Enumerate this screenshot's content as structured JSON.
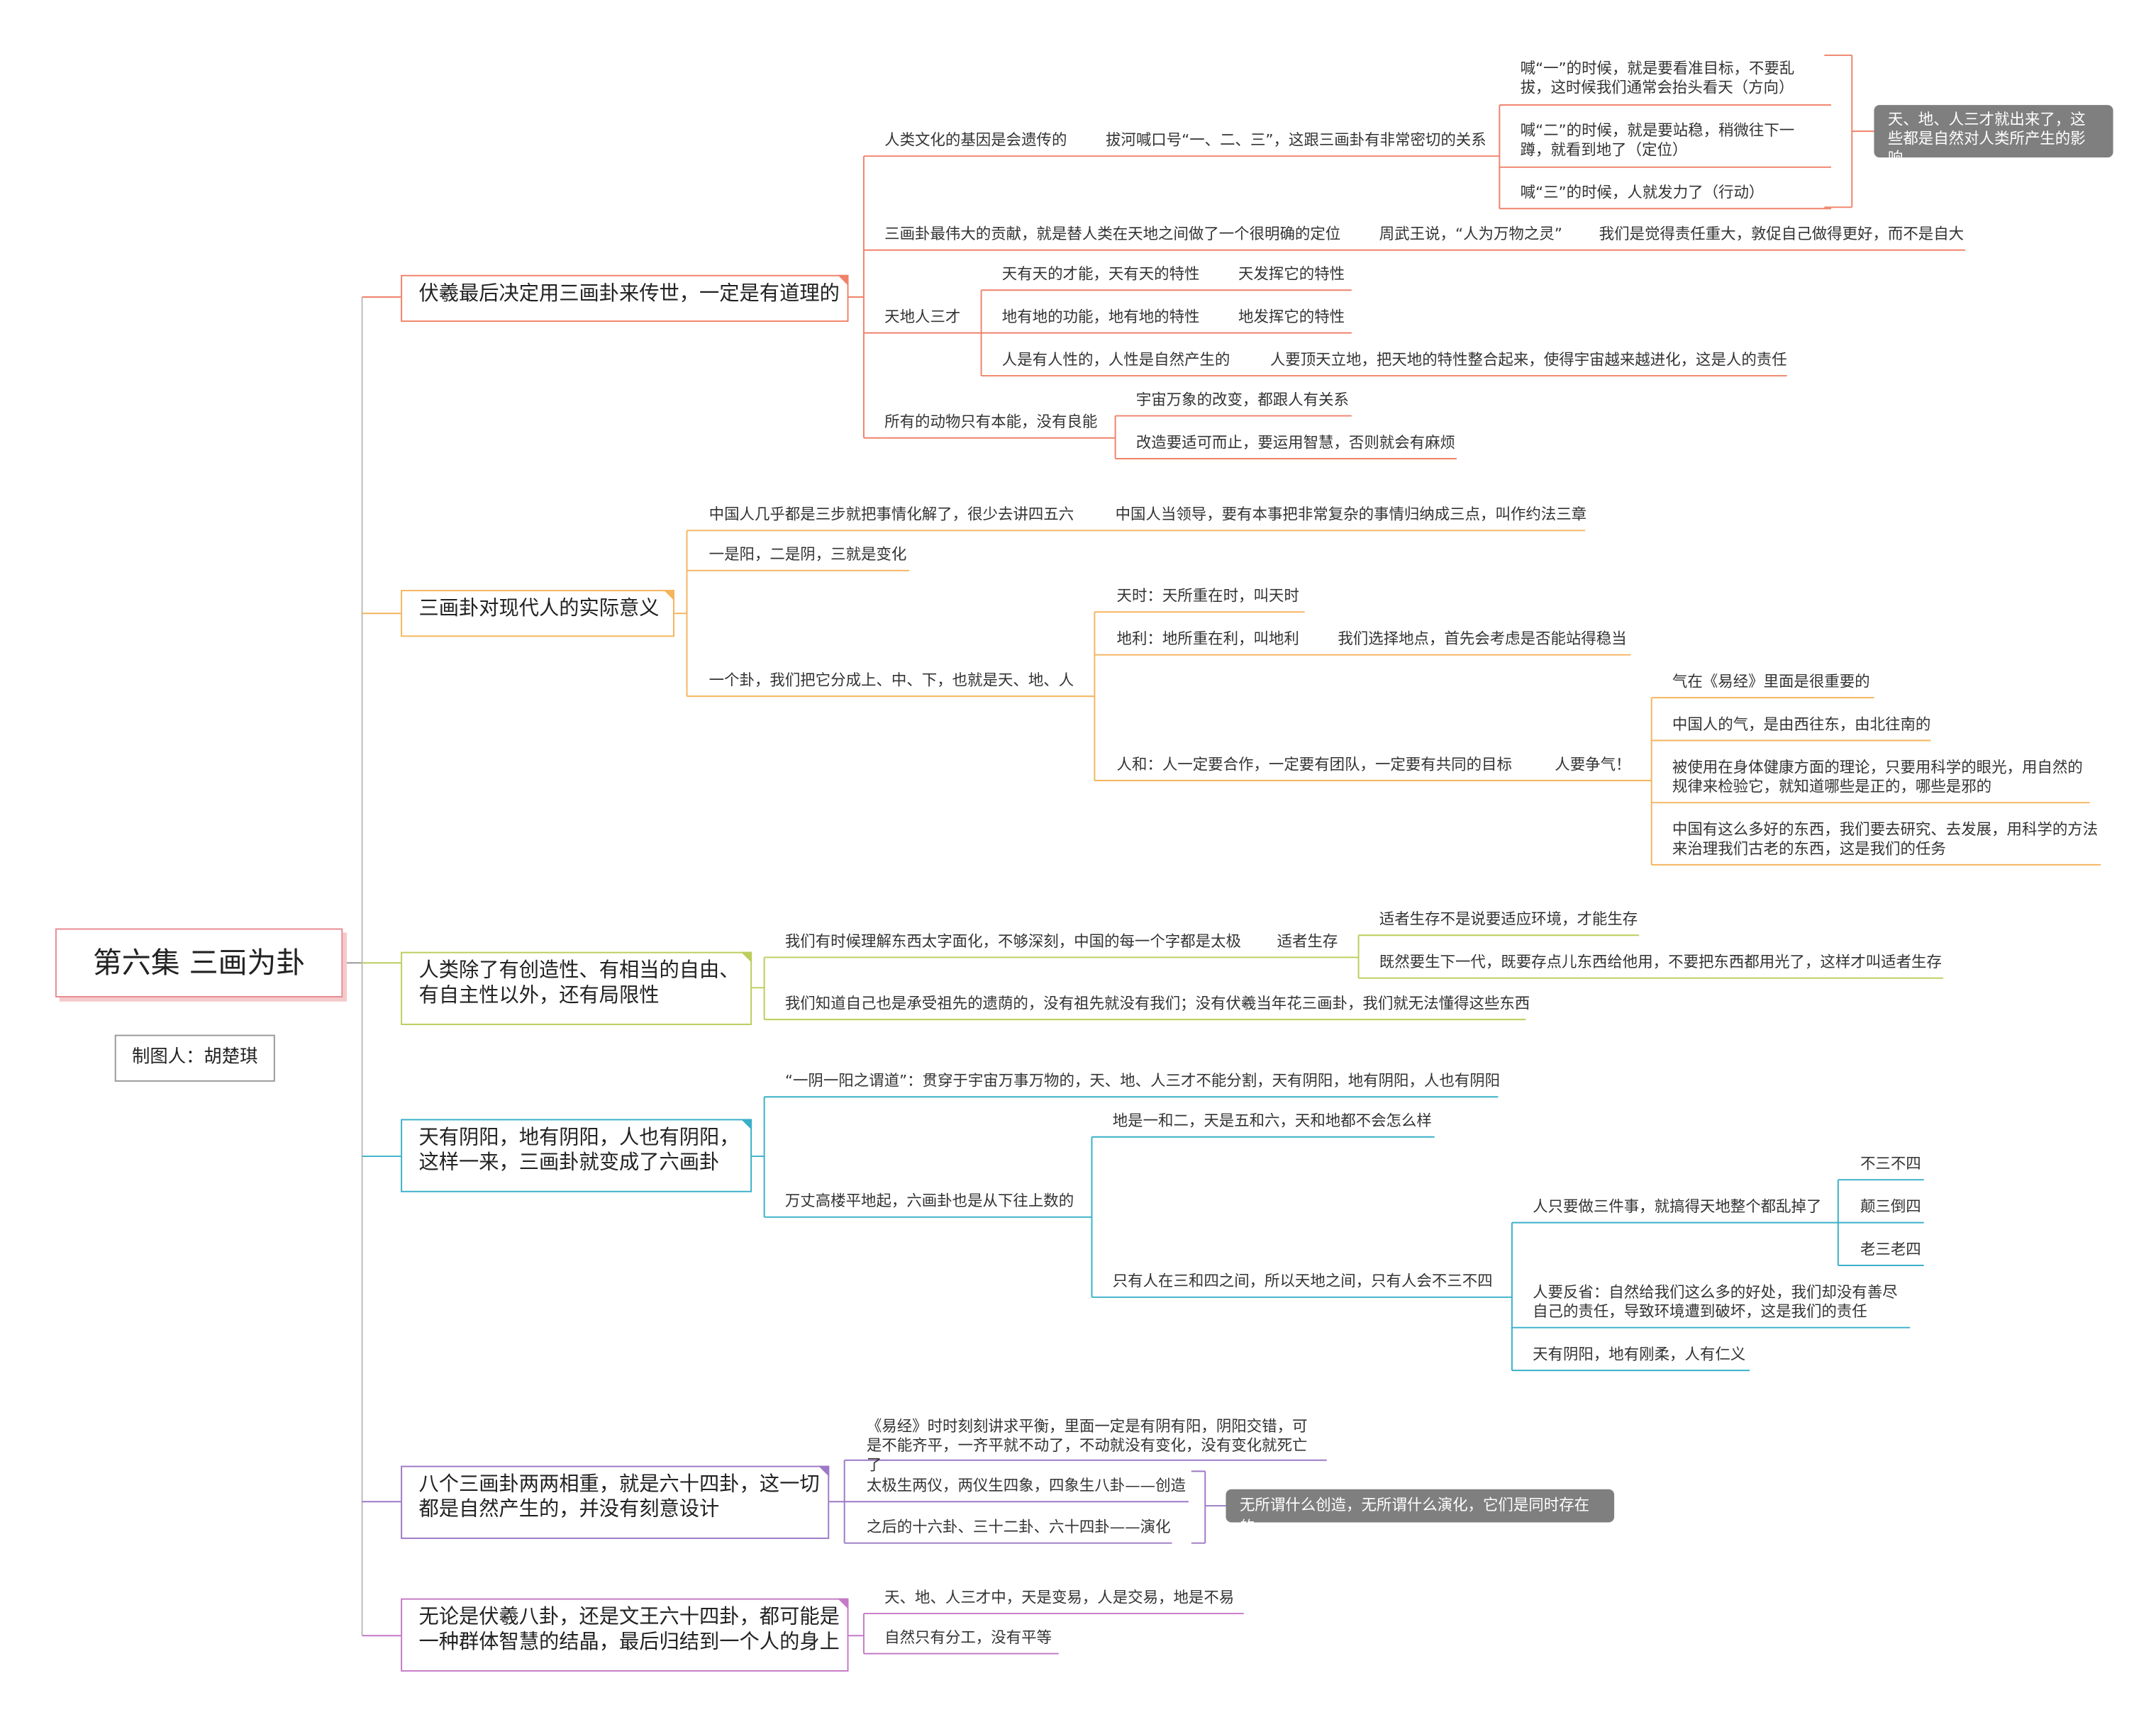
{
  "root": {
    "title": "第六集  三画为卦",
    "maker": "制图人：胡楚琪"
  },
  "branch1": {
    "title": "伏羲最后决定用三画卦来传世，一定是有道理的",
    "n1": "人类文化的基因是会遗传的",
    "n1a": "拔河喊口号“一、二、三”，这跟三画卦有非常密切的关系",
    "n1a1": "喊“一”的时候，就是要看准目标，不要乱拔，这时候我们通常会抬头看天（方向）",
    "n1a2": "喊“二”的时候，就是要站稳，稍微往下一蹲，就看到地了（定位）",
    "n1a3": "喊“三”的时候，人就发力了（行动）",
    "note1": "天、地、人三才就出来了，这些都是自然对人类所产生的影响",
    "n2": "三画卦最伟大的贡献，就是替人类在天地之间做了一个很明确的定位",
    "n2a": "周武王说，“人为万物之灵”",
    "n2b": "我们是觉得责任重大，敦促自己做得更好，而不是自大",
    "n3": "天地人三才",
    "n3a": "天有天的才能，天有天的特性",
    "n3a1": "天发挥它的特性",
    "n3b": "地有地的功能，地有地的特性",
    "n3b1": "地发挥它的特性",
    "n3c": "人是有人性的，人性是自然产生的",
    "n3c1": "人要顶天立地，把天地的特性整合起来，使得宇宙越来越进化，这是人的责任",
    "n4": "所有的动物只有本能，没有良能",
    "n4a": "宇宙万象的改变，都跟人有关系",
    "n4b": "改造要适可而止，要运用智慧，否则就会有麻烦"
  },
  "branch2": {
    "title": "三画卦对现代人的实际意义",
    "n1": "中国人几乎都是三步就把事情化解了，很少去讲四五六",
    "n1a": "中国人当领导，要有本事把非常复杂的事情归纳成三点，叫作约法三章",
    "n2": "一是阳，二是阴，三就是变化",
    "n3": "一个卦，我们把它分成上、中、下，也就是天、地、人",
    "n3a": "天时：天所重在时，叫天时",
    "n3b": "地利：地所重在利，叫地利",
    "n3b1": "我们选择地点，首先会考虑是否能站得稳当",
    "n3c": "人和：人一定要合作，一定要有团队，一定要有共同的目标",
    "n3c1": "人要争气！",
    "n3c1a": "气在《易经》里面是很重要的",
    "n3c1b": "中国人的气，是由西往东，由北往南的",
    "n3c1c": "被使用在身体健康方面的理论，只要用科学的眼光，用自然的规律来检验它，就知道哪些是正的，哪些是邪的",
    "n3c1d": "中国有这么多好的东西，我们要去研究、去发展，用科学的方法来治理我们古老的东西，这是我们的任务"
  },
  "branch3": {
    "title1": "人类除了有创造性、有相当的自由、",
    "title2": "有自主性以外，还有局限性",
    "n1": "我们有时候理解东西太字面化，不够深刻，中国的每一个字都是太极",
    "n1a": "适者生存",
    "n1a1": "适者生存不是说要适应环境，才能生存",
    "n1a2": "既然要生下一代，既要存点儿东西给他用，不要把东西都用光了，这样才叫适者生存",
    "n2": "我们知道自己也是承受祖先的遗荫的，没有祖先就没有我们；没有伏羲当年花三画卦，我们就无法懂得这些东西"
  },
  "branch4": {
    "title1": "天有阴阳，地有阴阳，人也有阴阳，",
    "title2": "这样一来，三画卦就变成了六画卦",
    "n1": "“一阴一阳之谓道”：贯穿于宇宙万事万物的，天、地、人三才不能分割，天有阴阳，地有阴阳，人也有阴阳",
    "n2": "万丈高楼平地起，六画卦也是从下往上数的",
    "n2a": "地是一和二，天是五和六，天和地都不会怎么样",
    "n2b": "只有人在三和四之间，所以天地之间，只有人会不三不四",
    "n2b1": "人只要做三件事，就搞得天地整个都乱掉了",
    "n2b1a": "不三不四",
    "n2b1b": "颠三倒四",
    "n2b1c": "老三老四",
    "n2b2": "人要反省：自然给我们这么多的好处，我们却没有善尽自己的责任，导致环境遭到破坏，这是我们的责任",
    "n2b3": "天有阴阳，地有刚柔，人有仁义"
  },
  "branch5": {
    "title1": "八个三画卦两两相重，就是六十四卦，这一切",
    "title2": "都是自然产生的，并没有刻意设计",
    "n1": "《易经》时时刻刻讲求平衡，里面一定是有阴有阳，阴阳交错，可是不能齐平，一齐平就不动了，不动就没有变化，没有变化就死亡了",
    "n2": "太极生两仪，两仪生四象，四象生八卦——创造",
    "n3": "之后的十六卦、三十二卦、六十四卦——演化",
    "note": "无所谓什么创造，无所谓什么演化，它们是同时存在的"
  },
  "branch6": {
    "title1": "无论是伏羲八卦，还是文王六十四卦，都可能是",
    "title2": "一种群体智慧的结晶，最后归结到一个人的身上",
    "n1": "天、地、人三才中，天是变易，人是交易，地是不易",
    "n2": "自然只有分工，没有平等"
  },
  "colors": {
    "branch1": "#f0826a",
    "branch2": "#f5b45e",
    "branch3": "#bccd5a",
    "branch4": "#38b0c8",
    "branch5": "#9c79c6",
    "branch6": "#c57ac6",
    "note": "#7f7f7f"
  }
}
